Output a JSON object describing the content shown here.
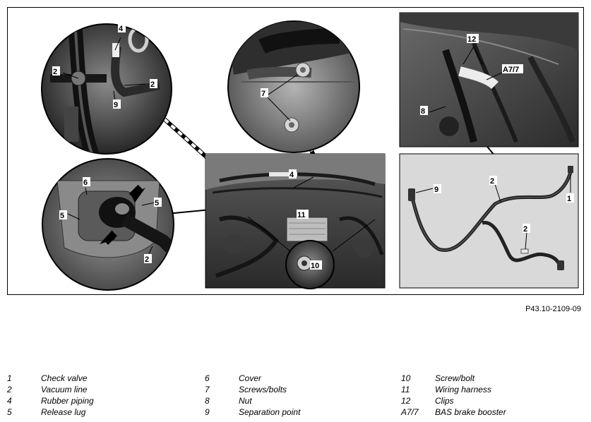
{
  "figure_ref": "P43.10-2109-09",
  "callouts": {
    "c1": "1",
    "c2": "2",
    "c4": "4",
    "c5": "5",
    "c6": "6",
    "c7": "7",
    "c8": "8",
    "c9": "9",
    "c10": "10",
    "c11": "11",
    "c12": "12",
    "a77": "A7/7"
  },
  "legend": {
    "col1": [
      {
        "num": "1",
        "text": "Check valve"
      },
      {
        "num": "2",
        "text": "Vacuum line"
      },
      {
        "num": "4",
        "text": "Rubber piping"
      },
      {
        "num": "5",
        "text": "Release lug"
      }
    ],
    "col2": [
      {
        "num": "6",
        "text": "Cover"
      },
      {
        "num": "7",
        "text": "Screws/bolts"
      },
      {
        "num": "8",
        "text": "Nut"
      },
      {
        "num": "9",
        "text": "Separation point"
      }
    ],
    "col3": [
      {
        "num": "10",
        "text": "Screw/bolt"
      },
      {
        "num": "11",
        "text": "Wiring harness"
      },
      {
        "num": "12",
        "text": "Clips"
      },
      {
        "num": "A7/7",
        "text": "BAS brake booster"
      }
    ]
  }
}
